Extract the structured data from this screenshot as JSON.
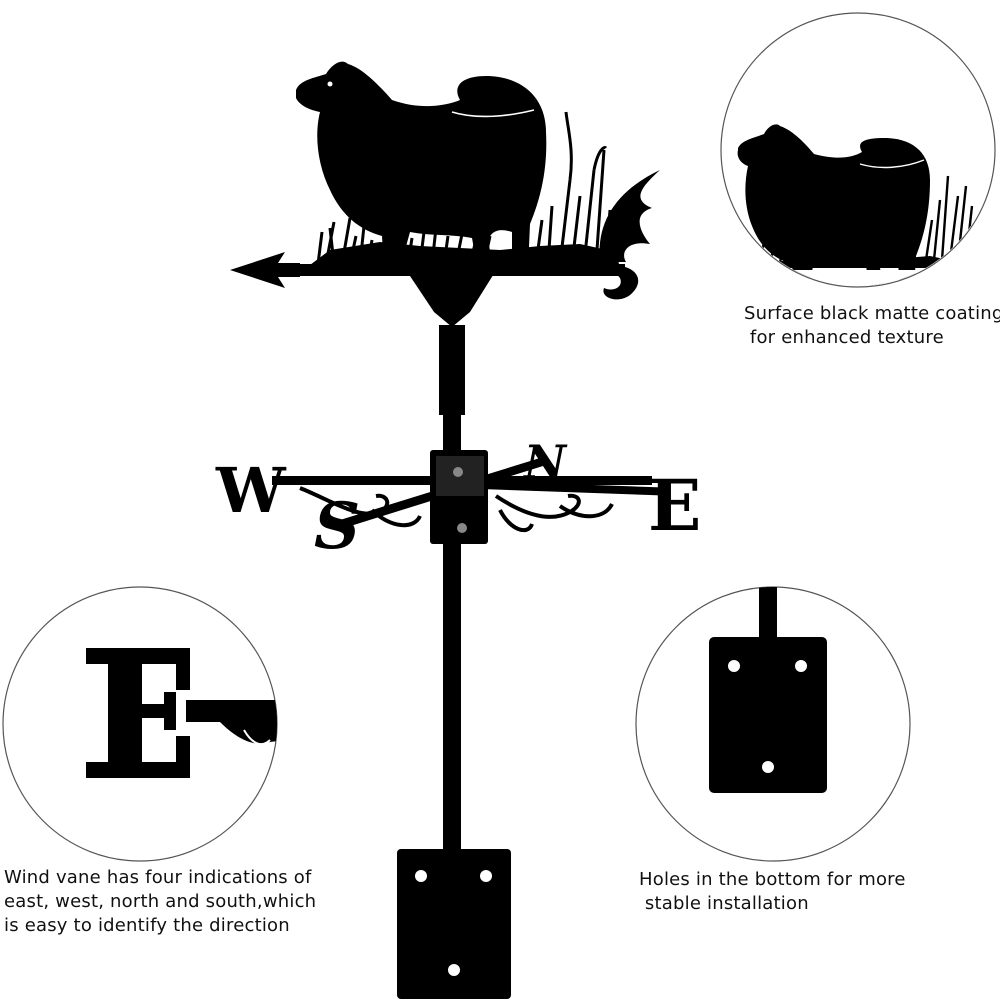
{
  "captions": {
    "coating": "Surface black matte coating\n for enhanced texture",
    "directions": "Wind vane has four indications of\neast, west, north and south,which\nis easy to identify the direction",
    "holes": "Holes in the bottom for more\n stable installation"
  },
  "compass": {
    "west": "W",
    "east": "E",
    "north": "N",
    "south": "S"
  },
  "product_color": "#000000",
  "icons": [
    "dog-silhouette",
    "grass-silhouette",
    "arrow-pointer",
    "mounting-plate"
  ]
}
